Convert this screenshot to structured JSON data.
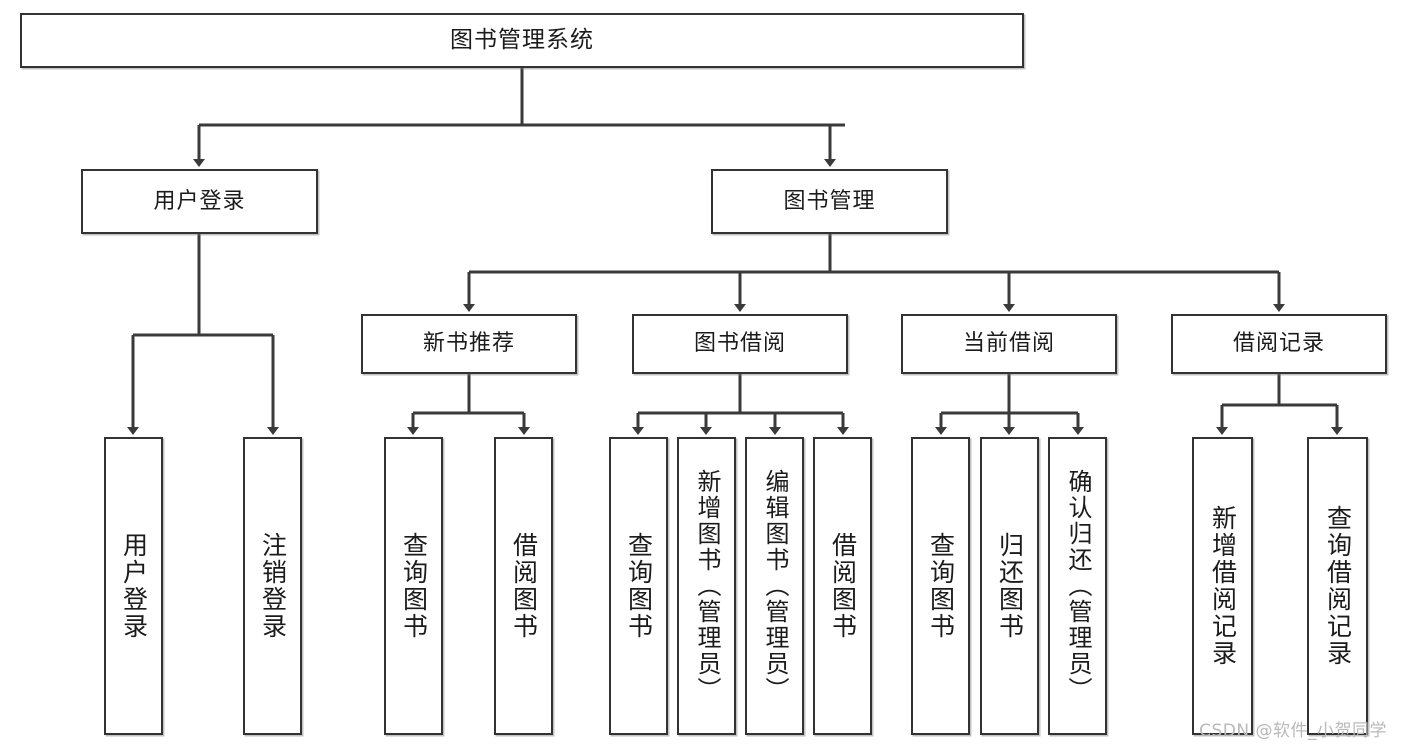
{
  "diagram": {
    "type": "tree",
    "title": "图书管理系统",
    "orientation": "top-down",
    "colors": {
      "box_border": "#333333",
      "box_fill": "#ffffff",
      "connector": "#3a3a3a",
      "text": "#1b1b1b",
      "watermark": "#b9b9b9",
      "background": "#ffffff"
    }
  },
  "root": {
    "label": "图书管理系统"
  },
  "level2": [
    {
      "label": "用户登录"
    },
    {
      "label": "图书管理"
    }
  ],
  "level3": [
    {
      "label": "新书推荐"
    },
    {
      "label": "图书借阅"
    },
    {
      "label": "当前借阅"
    },
    {
      "label": "借阅记录"
    }
  ],
  "leaves": {
    "user_login": [
      {
        "label": "用户登录"
      },
      {
        "label": "注销登录"
      }
    ],
    "new_book": [
      {
        "label": "查询图书"
      },
      {
        "label": "借阅图书"
      }
    ],
    "borrow_book": [
      {
        "label": "查询图书"
      },
      {
        "label": "新增图书（管理员）"
      },
      {
        "label": "编辑图书（管理员）"
      },
      {
        "label": "借阅图书"
      }
    ],
    "current_borrow": [
      {
        "label": "查询图书"
      },
      {
        "label": "归还图书"
      },
      {
        "label": "确认归还（管理员）"
      }
    ],
    "borrow_record": [
      {
        "label": "新增借阅记录"
      },
      {
        "label": "查询借阅记录"
      }
    ]
  },
  "watermark": {
    "text": "CSDN @软件_小贺同学"
  }
}
